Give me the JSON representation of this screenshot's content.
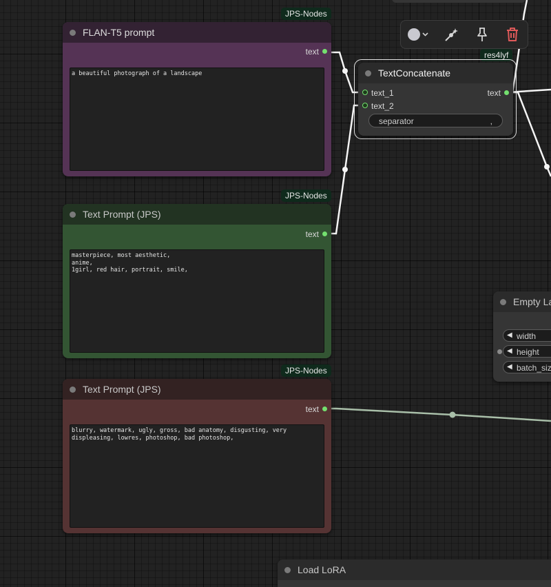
{
  "nodes": {
    "flan": {
      "title": "FLAN-T5 prompt",
      "badge": "JPS-Nodes",
      "output_label": "text",
      "text": "a beautiful photograph of a landscape"
    },
    "text_prompt_positive": {
      "title": "Text Prompt (JPS)",
      "badge": "JPS-Nodes",
      "output_label": "text",
      "text": "masterpiece, most aesthetic,\nanime,\n1girl, red hair, portrait, smile,"
    },
    "text_prompt_negative": {
      "title": "Text Prompt (JPS)",
      "badge": "JPS-Nodes",
      "output_label": "text",
      "text": "blurry, watermark, ugly, gross, bad anatomy, disgusting, very\ndispleasing, lowres, photoshop, bad photoshop,"
    },
    "concat": {
      "title": "TextConcatenate",
      "badge": "res4lyf",
      "input_1": "text_1",
      "input_2": "text_2",
      "output_label": "text",
      "separator_label": "separator",
      "separator_value": ","
    },
    "empty_latent": {
      "title": "Empty La",
      "width_label": "width",
      "height_label": "height",
      "batch_label": "batch_siz"
    },
    "load_lora": {
      "title": "Load LoRA"
    }
  },
  "toolbar": {
    "color_icon": "color-circle-icon",
    "bypass_icon": "bypass-wand-icon",
    "pin_icon": "pin-icon",
    "delete_icon": "trash-icon"
  },
  "colors": {
    "canvas": "#222222",
    "flan_body": "#553355",
    "flan_title": "#332233",
    "positive_body": "#335533",
    "positive_title": "#223322",
    "negative_body": "#553333",
    "negative_title": "#332222",
    "slot_green": "#74e06f",
    "delete_red": "#e05a5a",
    "badge_bg": "#0f2a1c"
  }
}
